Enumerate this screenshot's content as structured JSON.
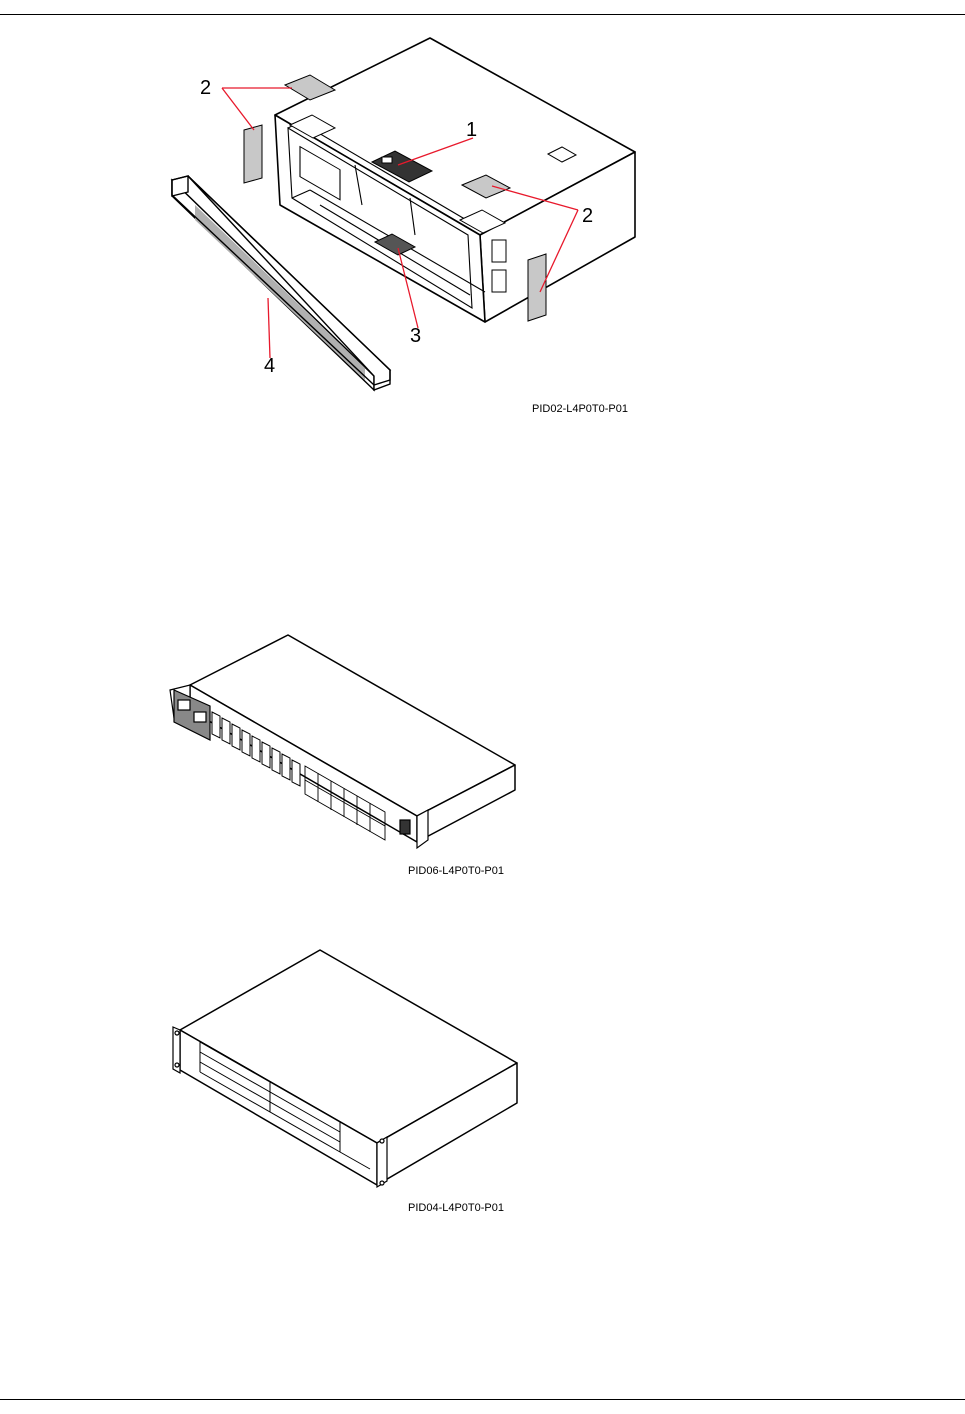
{
  "figures": [
    {
      "caption": "PID02-L4P0T0-P01",
      "callouts": [
        "1",
        "2",
        "2",
        "3",
        "4"
      ]
    },
    {
      "caption": "PID06-L4P0T0-P01"
    },
    {
      "caption": "PID04-L4P0T0-P01"
    }
  ],
  "colors": {
    "line": "#000000",
    "accent": "#e8192c",
    "cover": "#c8c8c8"
  }
}
